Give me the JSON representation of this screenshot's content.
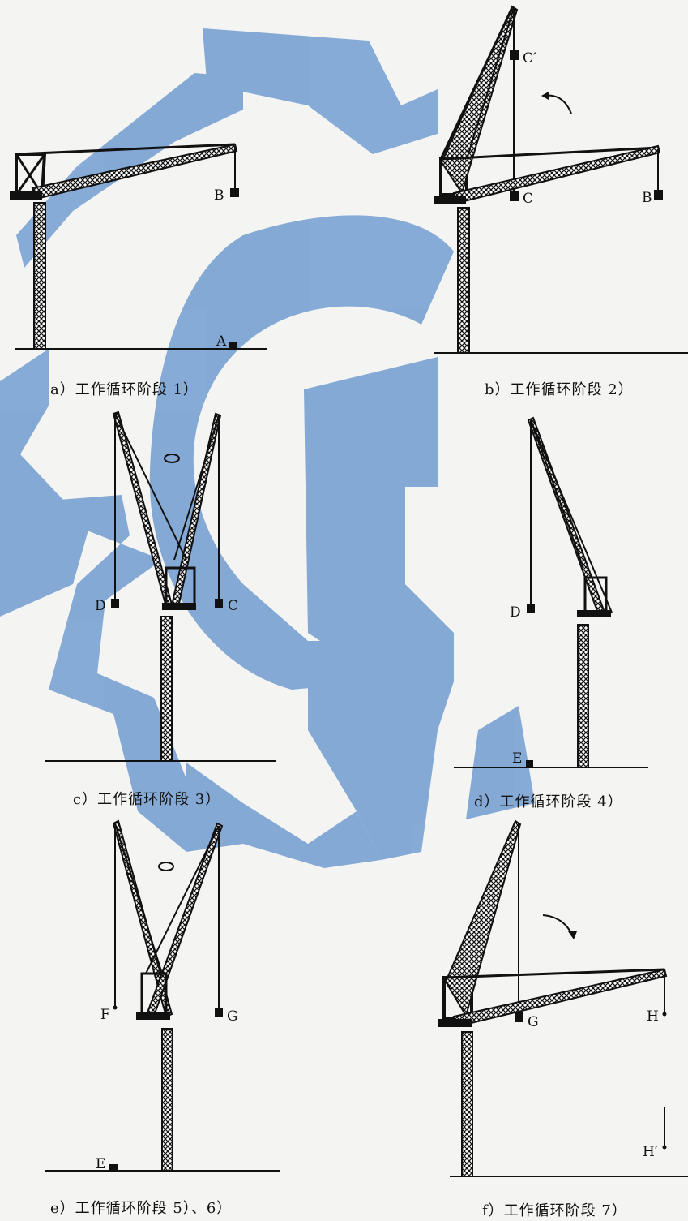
{
  "colors": {
    "watermark": "#7fa6d4",
    "ink": "#111111",
    "paper": "#f4f4f2"
  },
  "icons": {
    "rotate_arrow": "curved-arrow-icon",
    "slew": "slew-rotation-icon"
  },
  "captions": {
    "a": "a）工作循环阶段 1）",
    "b": "b）工作循环阶段 2）",
    "c": "c）工作循环阶段 3）",
    "d": "d）工作循环阶段 4）",
    "e": "e）工作循环阶段 5）、6）",
    "f": "f）工作循环阶段 7）"
  },
  "points": {
    "a": [
      "B",
      "A"
    ],
    "b": [
      "C′",
      "C",
      "B"
    ],
    "c": [
      "D",
      "C"
    ],
    "d": [
      "D",
      "E"
    ],
    "e": [
      "F",
      "G",
      "E"
    ],
    "f": [
      "G",
      "H",
      "H′"
    ]
  }
}
